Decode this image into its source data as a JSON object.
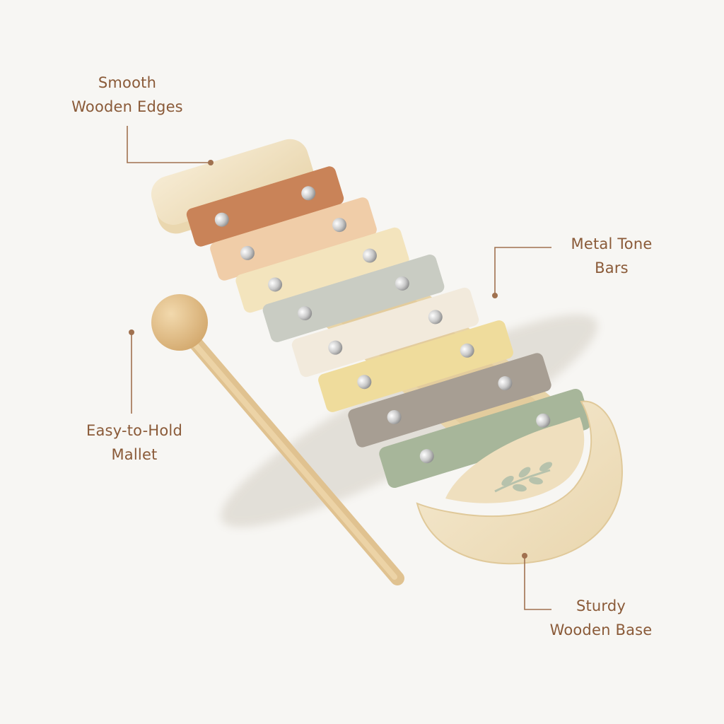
{
  "labels": {
    "edges": {
      "line1": "Smooth",
      "line2": "Wooden Edges"
    },
    "bars": {
      "line1": "Metal Tone",
      "line2": "Bars"
    },
    "mallet": {
      "line1": "Easy-to-Hold",
      "line2": "Mallet"
    },
    "base": {
      "line1": "Sturdy",
      "line2": "Wooden Base"
    }
  },
  "colors": {
    "background": "#f7f6f3",
    "label_text": "#8a5a38",
    "callout_line": "#a0714f",
    "wood": "#f1e4c8",
    "bar_terracotta": "#c98358",
    "bar_peach": "#f0cda8",
    "bar_cream": "#f3e4bd",
    "bar_grey": "#c9ccc3",
    "bar_ivory": "#f2eadc",
    "bar_yellow": "#efdc9c",
    "bar_taupe": "#a79e93",
    "bar_sage": "#a7b69a"
  }
}
